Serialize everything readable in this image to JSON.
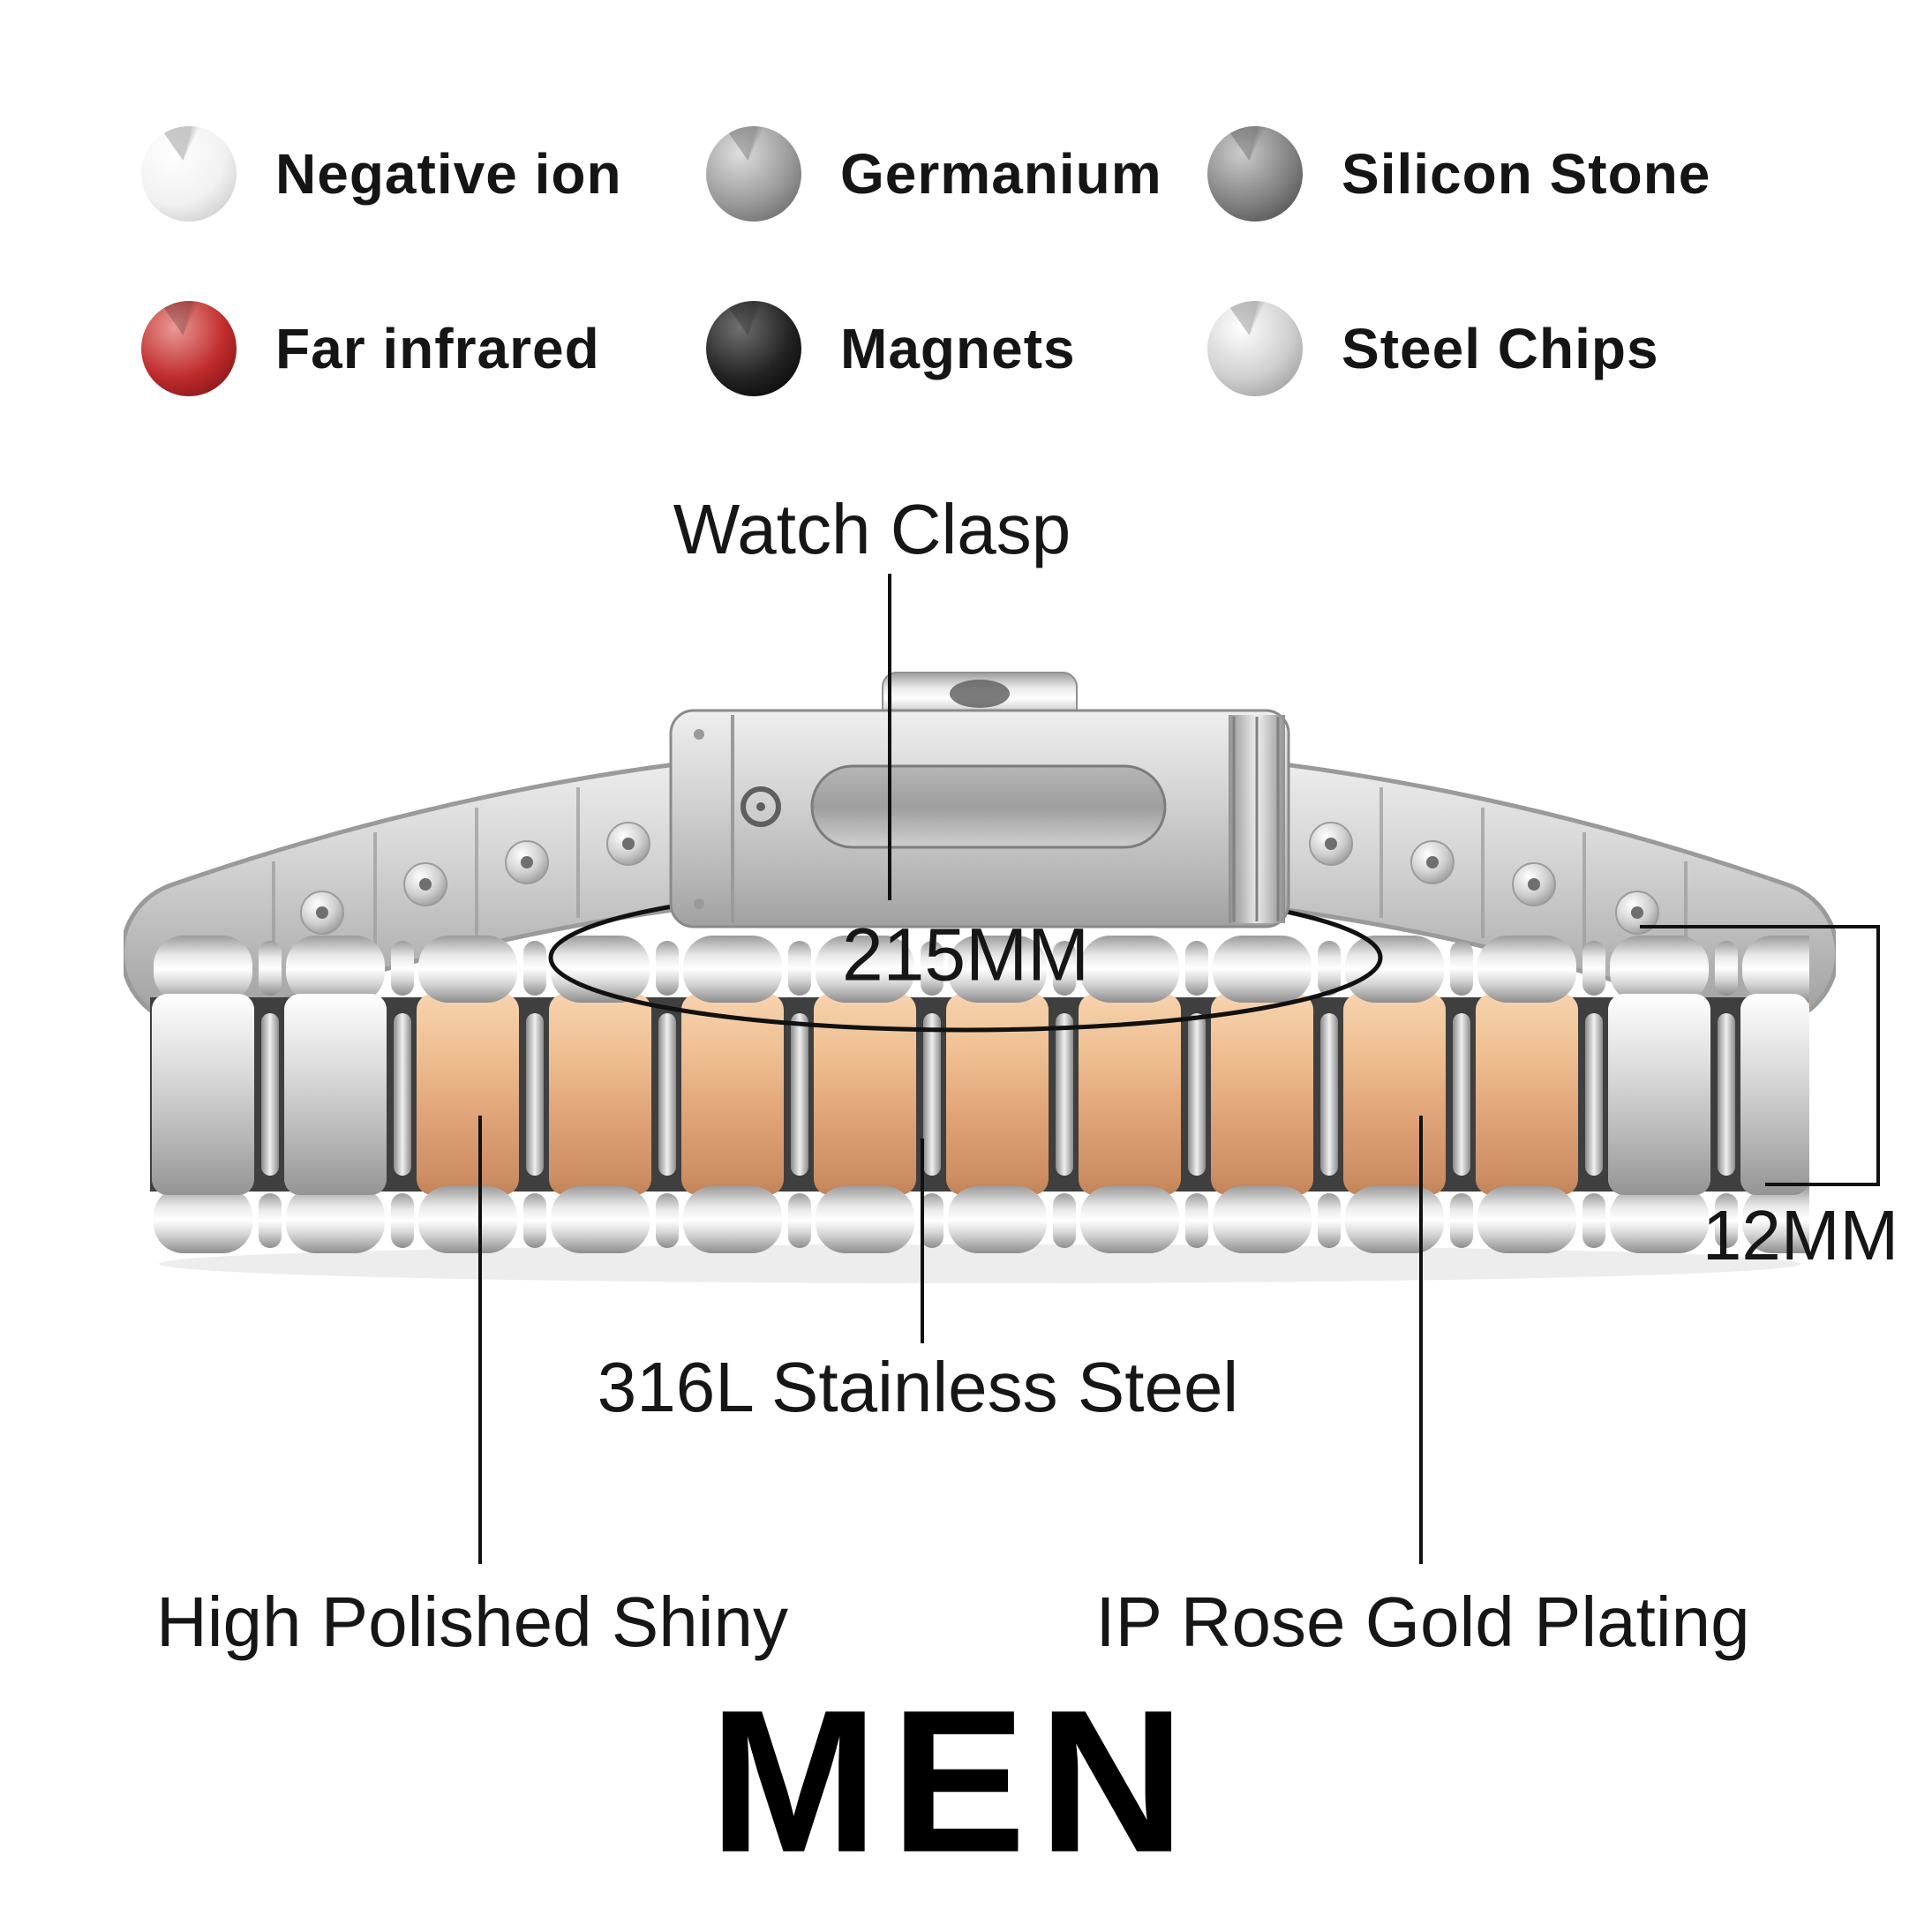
{
  "legend": {
    "items": [
      {
        "label": "Negative ion",
        "highlight": "#ffffff",
        "base": "#f1f1f1",
        "shadow": "#bdbdbd"
      },
      {
        "label": "Germanium",
        "highlight": "#dedede",
        "base": "#9b9b9b",
        "shadow": "#585858"
      },
      {
        "label": "Silicon Stone",
        "highlight": "#cccccc",
        "base": "#828282",
        "shadow": "#414141"
      },
      {
        "label": "Far infrared",
        "highlight": "#ea9a96",
        "base": "#bf2b2b",
        "shadow": "#6e0d12"
      },
      {
        "label": "Magnets",
        "highlight": "#707070",
        "base": "#232323",
        "shadow": "#000000"
      },
      {
        "label": "Steel Chips",
        "highlight": "#ffffff",
        "base": "#cfcfcf",
        "shadow": "#8a8a8a"
      }
    ]
  },
  "callouts": {
    "clasp": "Watch Clasp",
    "length": "215MM",
    "width": "12MM",
    "material": "316L Stainless Steel",
    "finish": "High Polished Shiny",
    "plating": "IP Rose Gold Plating"
  },
  "footer": {
    "audience": "MEN"
  },
  "product": {
    "colors": {
      "steel": "#c9ccd0",
      "rose_gold": "#e2a87e",
      "annotation_line": "#111111"
    }
  }
}
